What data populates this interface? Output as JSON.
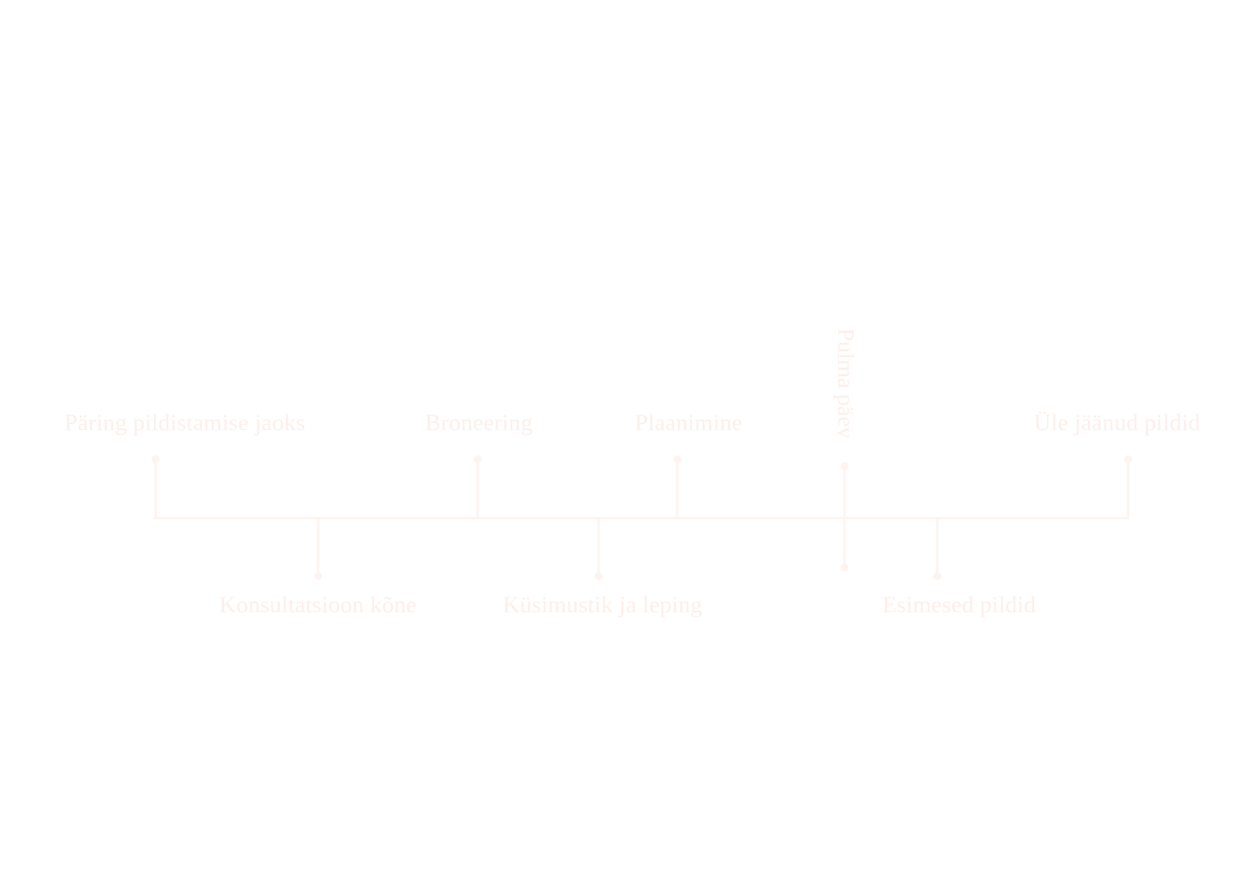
{
  "colors": {
    "background": "#ffffff",
    "line": "#fdf3ef",
    "text": "#fcefea"
  },
  "timeline": {
    "steps": [
      {
        "label": "Päring pildistamise jaoks",
        "side": "top"
      },
      {
        "label": "Konsultatsioon kõne",
        "side": "bottom"
      },
      {
        "label": "Broneering",
        "side": "top"
      },
      {
        "label": "Küsimustik ja leping",
        "side": "bottom"
      },
      {
        "label": "Plaanimine",
        "side": "top"
      },
      {
        "label": "Pulma päev",
        "side": "vertical"
      },
      {
        "label": "Esimesed pildid",
        "side": "bottom"
      },
      {
        "label": "Üle jäänud pildid",
        "side": "top"
      }
    ]
  }
}
